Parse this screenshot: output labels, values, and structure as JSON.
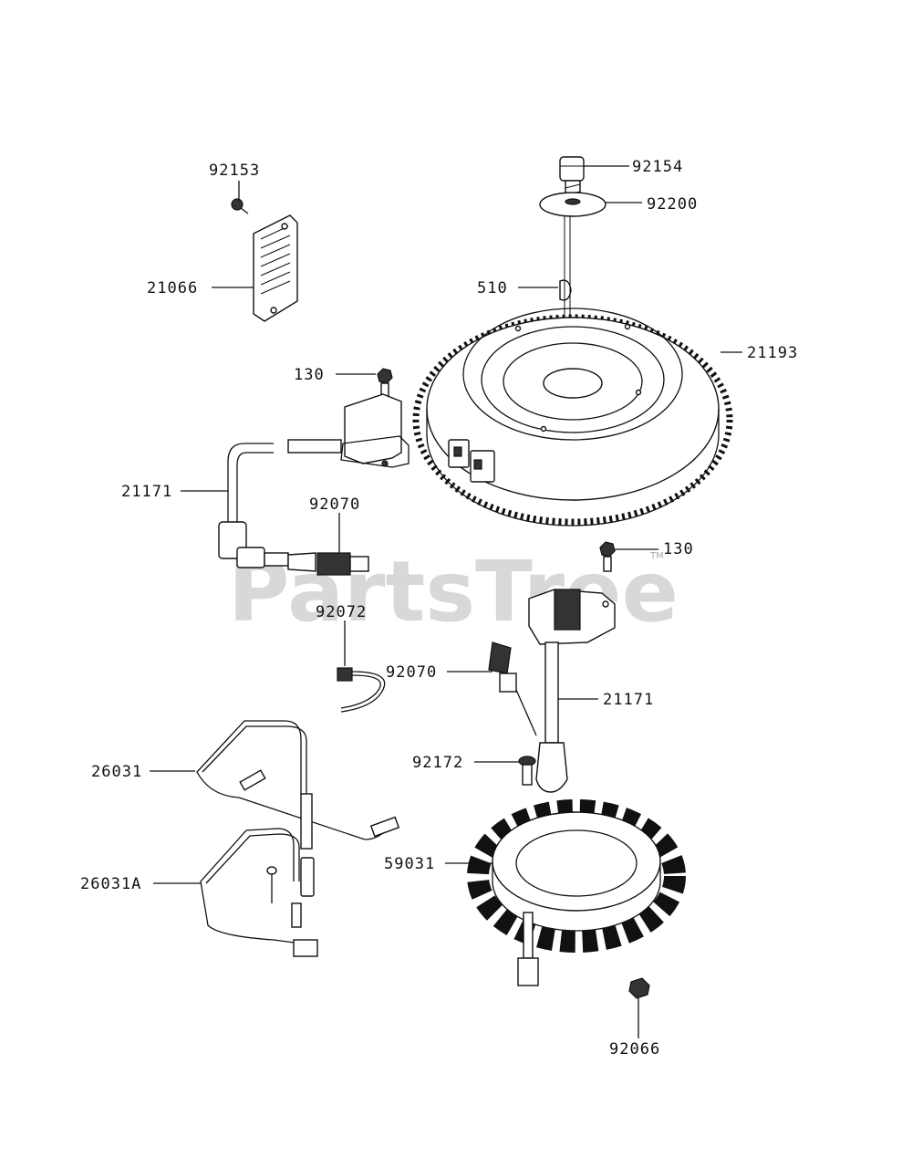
{
  "watermark": {
    "brand": "PartsTree",
    "tm": "TM"
  },
  "labels": {
    "p92153": "92153",
    "p21066": "21066",
    "p92154": "92154",
    "p92200": "92200",
    "p510": "510",
    "p21193": "21193",
    "p130_top": "130",
    "p21171_left": "21171",
    "p92070_top": "92070",
    "p130_right": "130",
    "p92072": "92072",
    "p92070_mid": "92070",
    "p21171_right": "21171",
    "p26031": "26031",
    "p92172": "92172",
    "p59031": "59031",
    "p26031A": "26031A",
    "p92066": "92066"
  }
}
